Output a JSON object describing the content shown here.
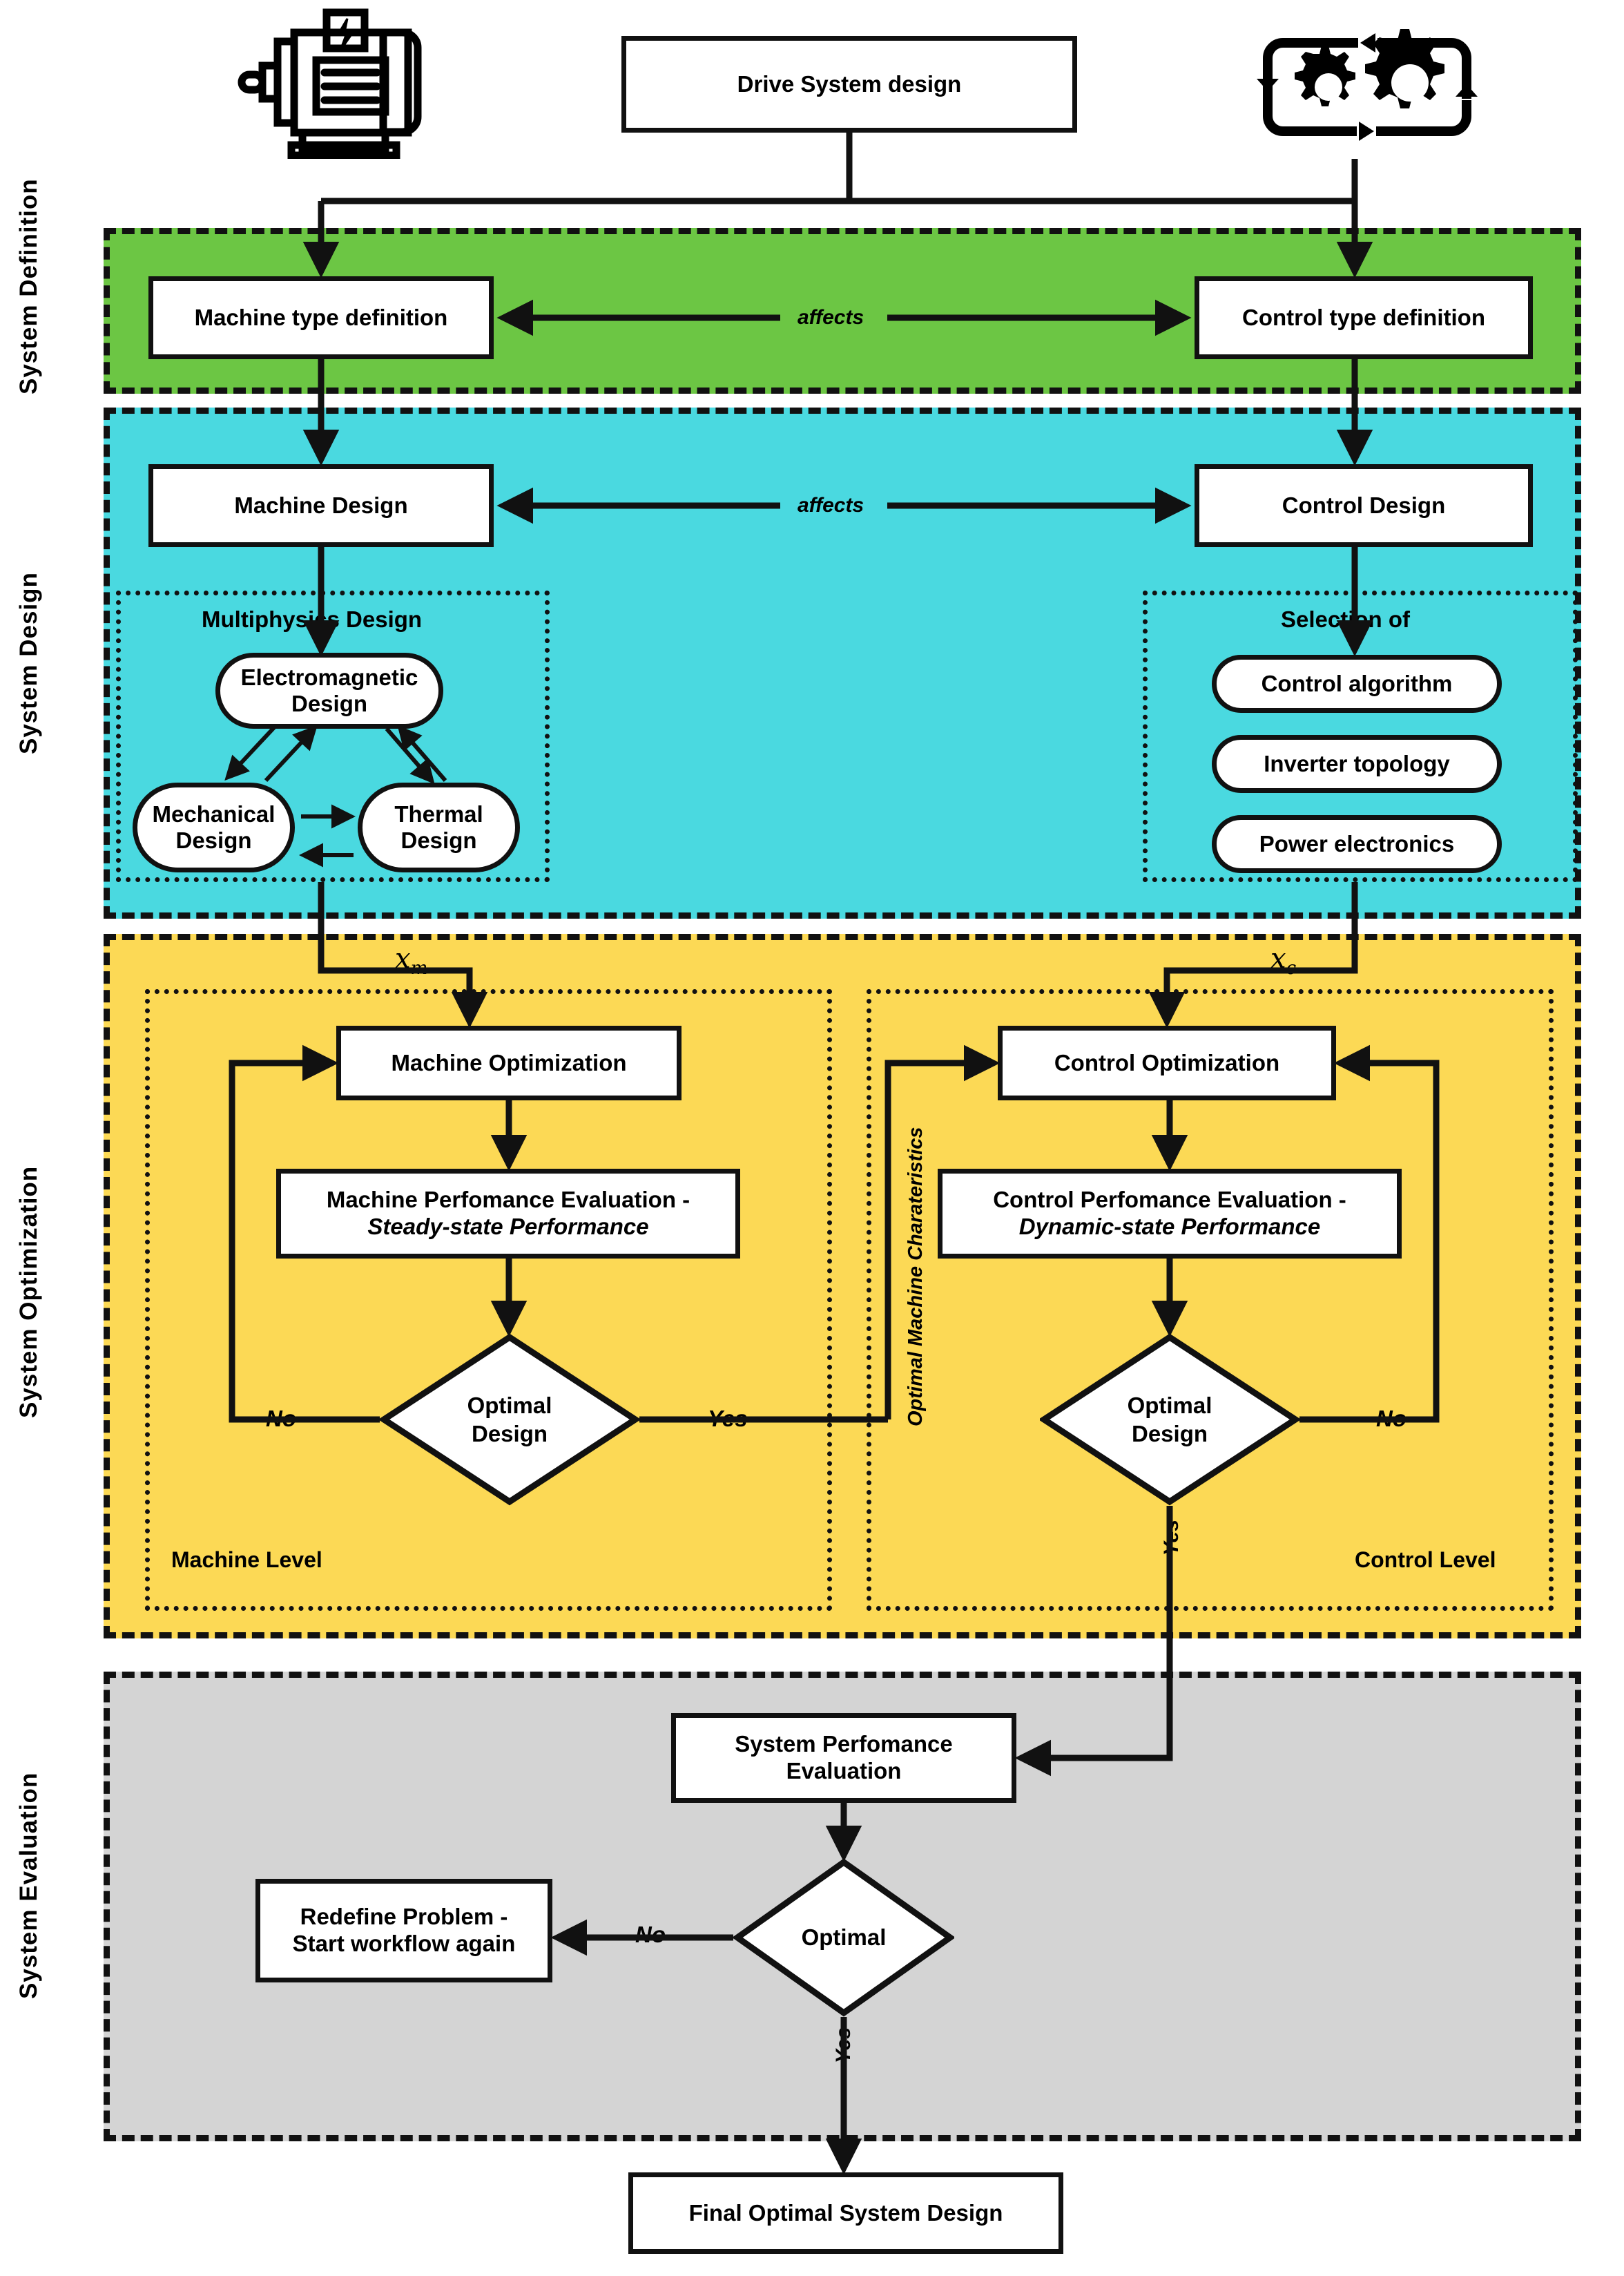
{
  "diagram": {
    "title_box": "Drive System design",
    "icons": {
      "left": "electric-motor-icon",
      "right": "gears-cycle-icon"
    },
    "lanes": [
      {
        "id": "definition",
        "label": "System Definition",
        "color": "#6cc644"
      },
      {
        "id": "design",
        "label": "System Design",
        "color": "#4ad9e0"
      },
      {
        "id": "optimization",
        "label": "System Optimization",
        "color": "#fcd955"
      },
      {
        "id": "evaluation",
        "label": "System Evaluation",
        "color": "#d4d4d4"
      }
    ],
    "definition": {
      "machine_box": "Machine type definition",
      "control_box": "Control type definition",
      "affects_label": "affects"
    },
    "design": {
      "machine_box": "Machine Design",
      "control_box": "Control Design",
      "affects_label": "affects",
      "multiphysics": {
        "title": "Multiphysics Design",
        "nodes": [
          "Electromagnetic Design",
          "Mechanical Design",
          "Thermal Design"
        ]
      },
      "selection": {
        "title": "Selection of",
        "items": [
          "Control algorithm",
          "Inverter topology",
          "Power electronics"
        ]
      }
    },
    "optimization": {
      "machine_level_label": "Machine Level",
      "control_level_label": "Control Level",
      "xm_label": "x",
      "xm_sub": "m",
      "xc_label": "x",
      "xc_sub": "c",
      "machine_opt_box": "Machine Optimization",
      "machine_eval_line1": "Machine Perfomance Evaluation -",
      "machine_eval_line2": "Steady-state Performance",
      "control_opt_box": "Control Optimization",
      "control_eval_line1": "Control Perfomance Evaluation -",
      "control_eval_line2": "Dynamic-state Performance",
      "decision_line1": "Optimal",
      "decision_line2": "Design",
      "machine_no": "No",
      "machine_yes": "Yes",
      "control_no": "No",
      "control_yes": "Yes",
      "link_label": "Optimal Machine Charateristics"
    },
    "evaluation": {
      "perf_line1": "System Perfomance",
      "perf_line2": "Evaluation",
      "decision": "Optimal",
      "no_label": "No",
      "yes_label": "Yes",
      "redefine_line1": "Redefine Problem -",
      "redefine_line2": "Start workflow again"
    },
    "final_box": "Final Optimal System Design"
  }
}
